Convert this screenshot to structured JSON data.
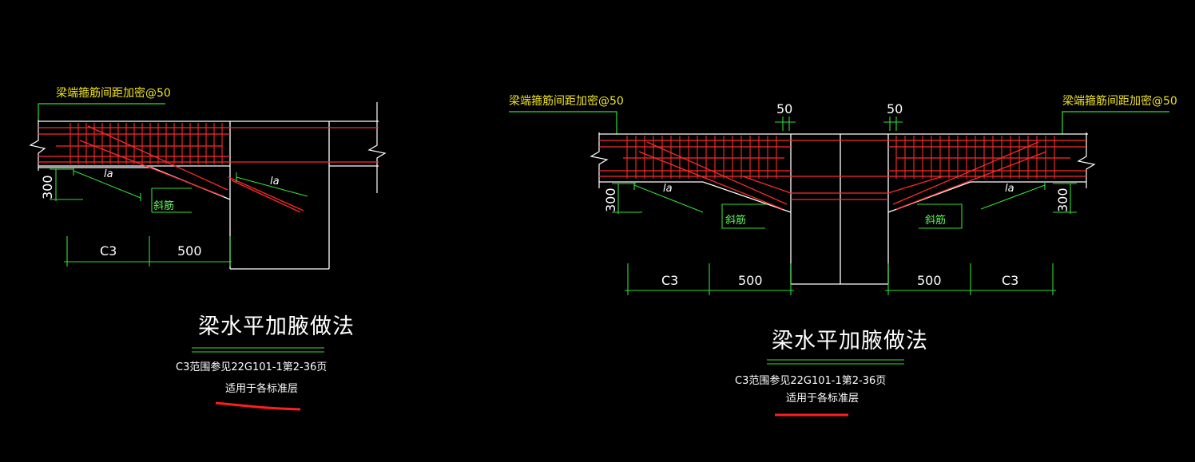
{
  "colors": {
    "background": "#000000",
    "concrete_outline": "#ffffff",
    "rebar": "#ff2a2a",
    "dimension": "#33dd33",
    "leader": "#33dd33",
    "label_yellow": "#f2e51c",
    "underline_mark": "#ff1e1e"
  },
  "left_detail": {
    "stirrup_note": "梁端箍筋间距加密@50",
    "haunch_height": "300",
    "la_1": "la",
    "la_2": "la",
    "diag_bar_label": "斜筋",
    "dim_c3": "C3",
    "dim_500": "500",
    "title": "梁水平加腋做法",
    "note_line1": "C3范围参见22G101-1第2-36页",
    "note_line2": "适用于各标准层"
  },
  "right_detail": {
    "stirrup_note_left": "梁端箍筋间距加密@50",
    "stirrup_note_right": "梁端箍筋间距加密@50",
    "dim_50_left": "50",
    "dim_50_right": "50",
    "haunch_height_left": "300",
    "haunch_height_right": "300",
    "la_left": "la",
    "la_right": "la",
    "diag_bar_label_left": "斜筋",
    "diag_bar_label_right": "斜筋",
    "dim_c3_left": "C3",
    "dim_500_left": "500",
    "dim_500_right": "500",
    "dim_c3_right": "C3",
    "title": "梁水平加腋做法",
    "note_line1": "C3范围参见22G101-1第2-36页",
    "note_line2": "适用于各标准层"
  }
}
